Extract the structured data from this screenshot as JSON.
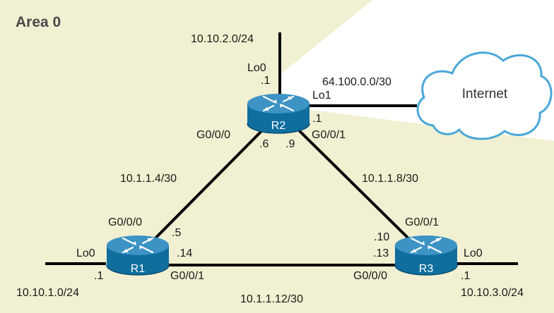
{
  "area_label": "Area 0",
  "colors": {
    "area_fill": "#f1f0d2",
    "link": "#000000",
    "router_top": "#3c93c4",
    "router_body": "#0f6e9e",
    "router_dark": "#0a4e74",
    "cloud_stroke": "#4aa7d8"
  },
  "cloud": {
    "label": "Internet",
    "icon": "cloud-icon"
  },
  "routers": {
    "r1": {
      "name": "R1",
      "icon": "router-icon"
    },
    "r2": {
      "name": "R2",
      "icon": "router-icon"
    },
    "r3": {
      "name": "R3",
      "icon": "router-icon"
    }
  },
  "networks": {
    "r2_lan": "10.10.2.0/24",
    "internet_link": "64.100.0.0/30",
    "r1_r2": "10.1.1.4/30",
    "r2_r3": "10.1.1.8/30",
    "r1_r3": "10.1.1.12/30",
    "r1_lan": "10.10.1.0/24",
    "r3_lan": "10.10.3.0/24"
  },
  "interfaces": {
    "r2_lo0": "Lo0",
    "r2_lo0_host": ".1",
    "r2_lo1": "Lo1",
    "r2_lo1_host": ".1",
    "r2_g000": "G0/0/0",
    "r2_g000_host": ".6",
    "r2_g001": "G0/0/1",
    "r2_g001_host": ".9",
    "r1_g000": "G0/0/0",
    "r1_g000_host": ".5",
    "r1_g001": "G0/0/1",
    "r1_g001_host": ".14",
    "r1_lo0": "Lo0",
    "r1_lo0_host": ".1",
    "r3_g001": "G0/0/1",
    "r3_g001_host": ".10",
    "r3_g000": "G0/0/0",
    "r3_g000_host": ".13",
    "r3_lo0": "Lo0",
    "r3_lo0_host": ".1"
  }
}
